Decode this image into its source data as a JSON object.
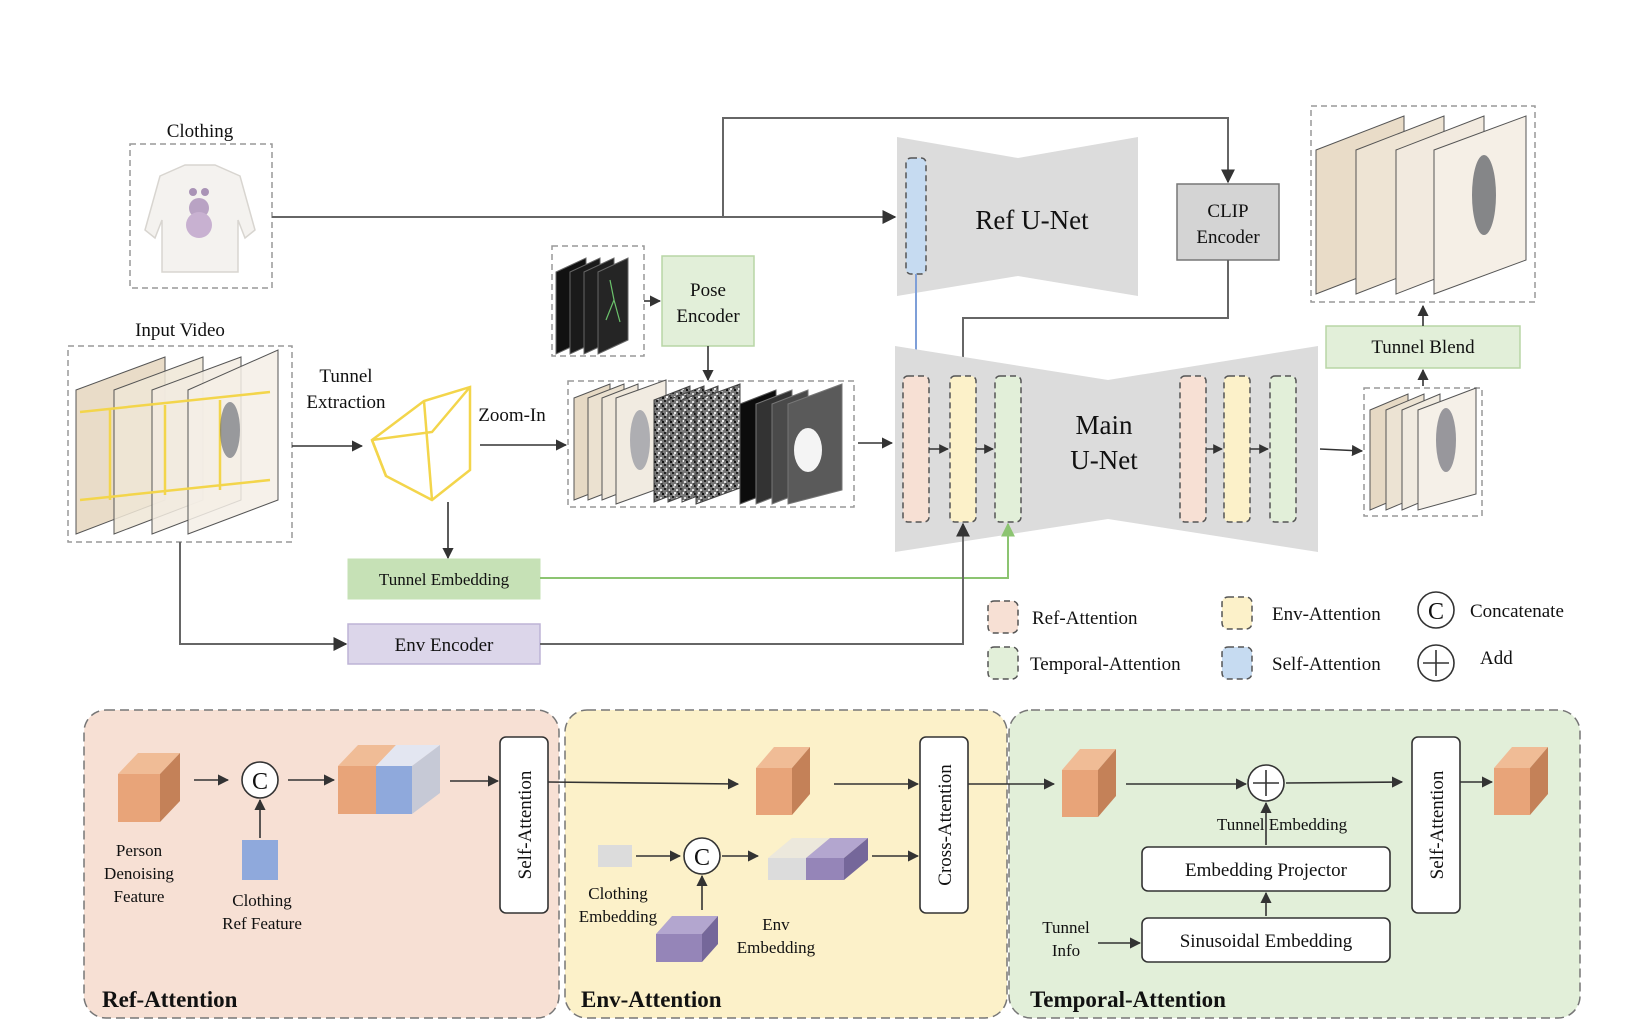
{
  "top": {
    "clothing_label": "Clothing",
    "input_video_label": "Input Video",
    "tunnel_extraction": [
      "Tunnel",
      "Extraction"
    ],
    "zoom_in_label": "Zoom-In",
    "pose_encoder": [
      "Pose",
      "Encoder"
    ],
    "ref_unet": "Ref U-Net",
    "clip_encoder": [
      "CLIP",
      "Encoder"
    ],
    "main_unet": [
      "Main",
      "U-Net"
    ],
    "tunnel_blend": "Tunnel Blend",
    "tunnel_embedding": "Tunnel Embedding",
    "env_encoder": "Env Encoder"
  },
  "legend": {
    "ref_attention": "Ref-Attention",
    "temporal_attention": "Temporal-Attention",
    "env_attention": "Env-Attention",
    "self_attention": "Self-Attention",
    "concatenate": "Concatenate",
    "add": "Add",
    "concat_symbol": "C"
  },
  "panels": {
    "ref": {
      "title": "Ref-Attention",
      "person_feature": [
        "Person",
        "Denoising",
        "Feature"
      ],
      "clothing_ref": [
        "Clothing",
        "Ref Feature"
      ],
      "self_attention": "Self-Attention"
    },
    "env": {
      "title": "Env-Attention",
      "clothing_embedding": [
        "Clothing",
        "Embedding"
      ],
      "env_embedding": [
        "Env",
        "Embedding"
      ],
      "cross_attention": "Cross-Attention"
    },
    "temporal": {
      "title": "Temporal-Attention",
      "tunnel_embedding": "Tunnel Embedding",
      "embedding_projector": "Embedding Projector",
      "sinusoidal_embedding": "Sinusoidal Embedding",
      "tunnel_info": [
        "Tunnel",
        "Info"
      ],
      "self_attention": "Self-Attention"
    }
  },
  "colors": {
    "ref_attention": "#f7e0d4",
    "env_attention": "#fcf1c9",
    "temporal_attention": "#e2efd9",
    "self_attention": "#c6dbf1",
    "tunnel_embedding": "#c6e1b6",
    "env_encoder": "#dcd6ea",
    "unet": "#dcdcdc",
    "tunnel_yellow": "#f3d54b",
    "cube_orange": "#e8a479",
    "cube_blue": "#8fa9dc",
    "cube_purple": "#9585b8"
  }
}
